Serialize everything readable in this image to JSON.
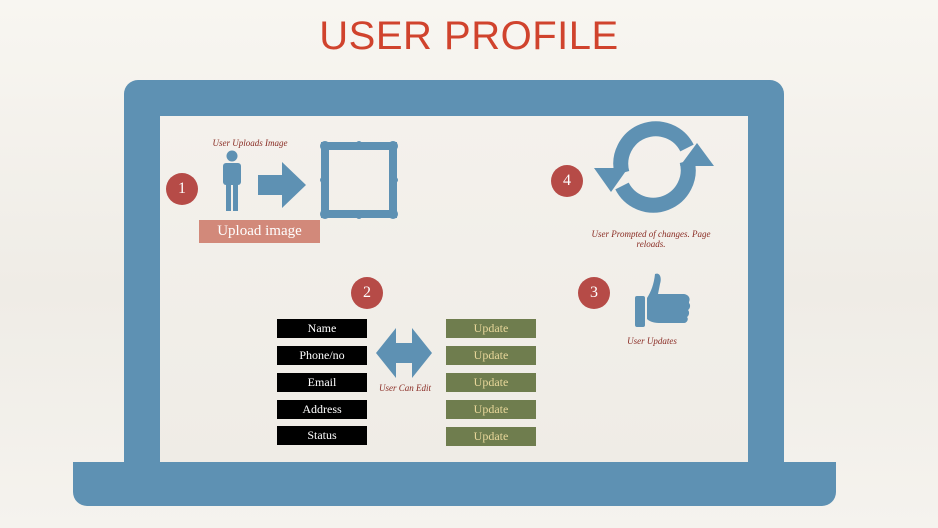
{
  "title": "USER PROFILE",
  "steps": {
    "step1": "1",
    "step2": "2",
    "step3": "3",
    "step4": "4"
  },
  "captions": {
    "upload": "User Uploads Image",
    "edit": "User  Can Edit",
    "updates": "User Updates",
    "prompted": "User Prompted of changes. Page reloads."
  },
  "upload_button": "Upload image",
  "fields": [
    "Name",
    "Phone/no",
    "Email",
    "Address",
    "Status"
  ],
  "update_buttons": [
    "Update",
    "Update",
    "Update",
    "Update",
    "Update"
  ],
  "colors": {
    "title": "#d0432d",
    "laptop": "#5e91b3",
    "step_badge": "#b64b47",
    "upload_button": "#d2897a",
    "field_bg": "#000000",
    "update_bg": "#6f7d4e",
    "update_text": "#e8d79a"
  },
  "icons": [
    "person-icon",
    "arrow-right-icon",
    "picture-frame-icon",
    "double-arrow-icon",
    "thumbs-up-icon",
    "refresh-cycle-icon"
  ]
}
